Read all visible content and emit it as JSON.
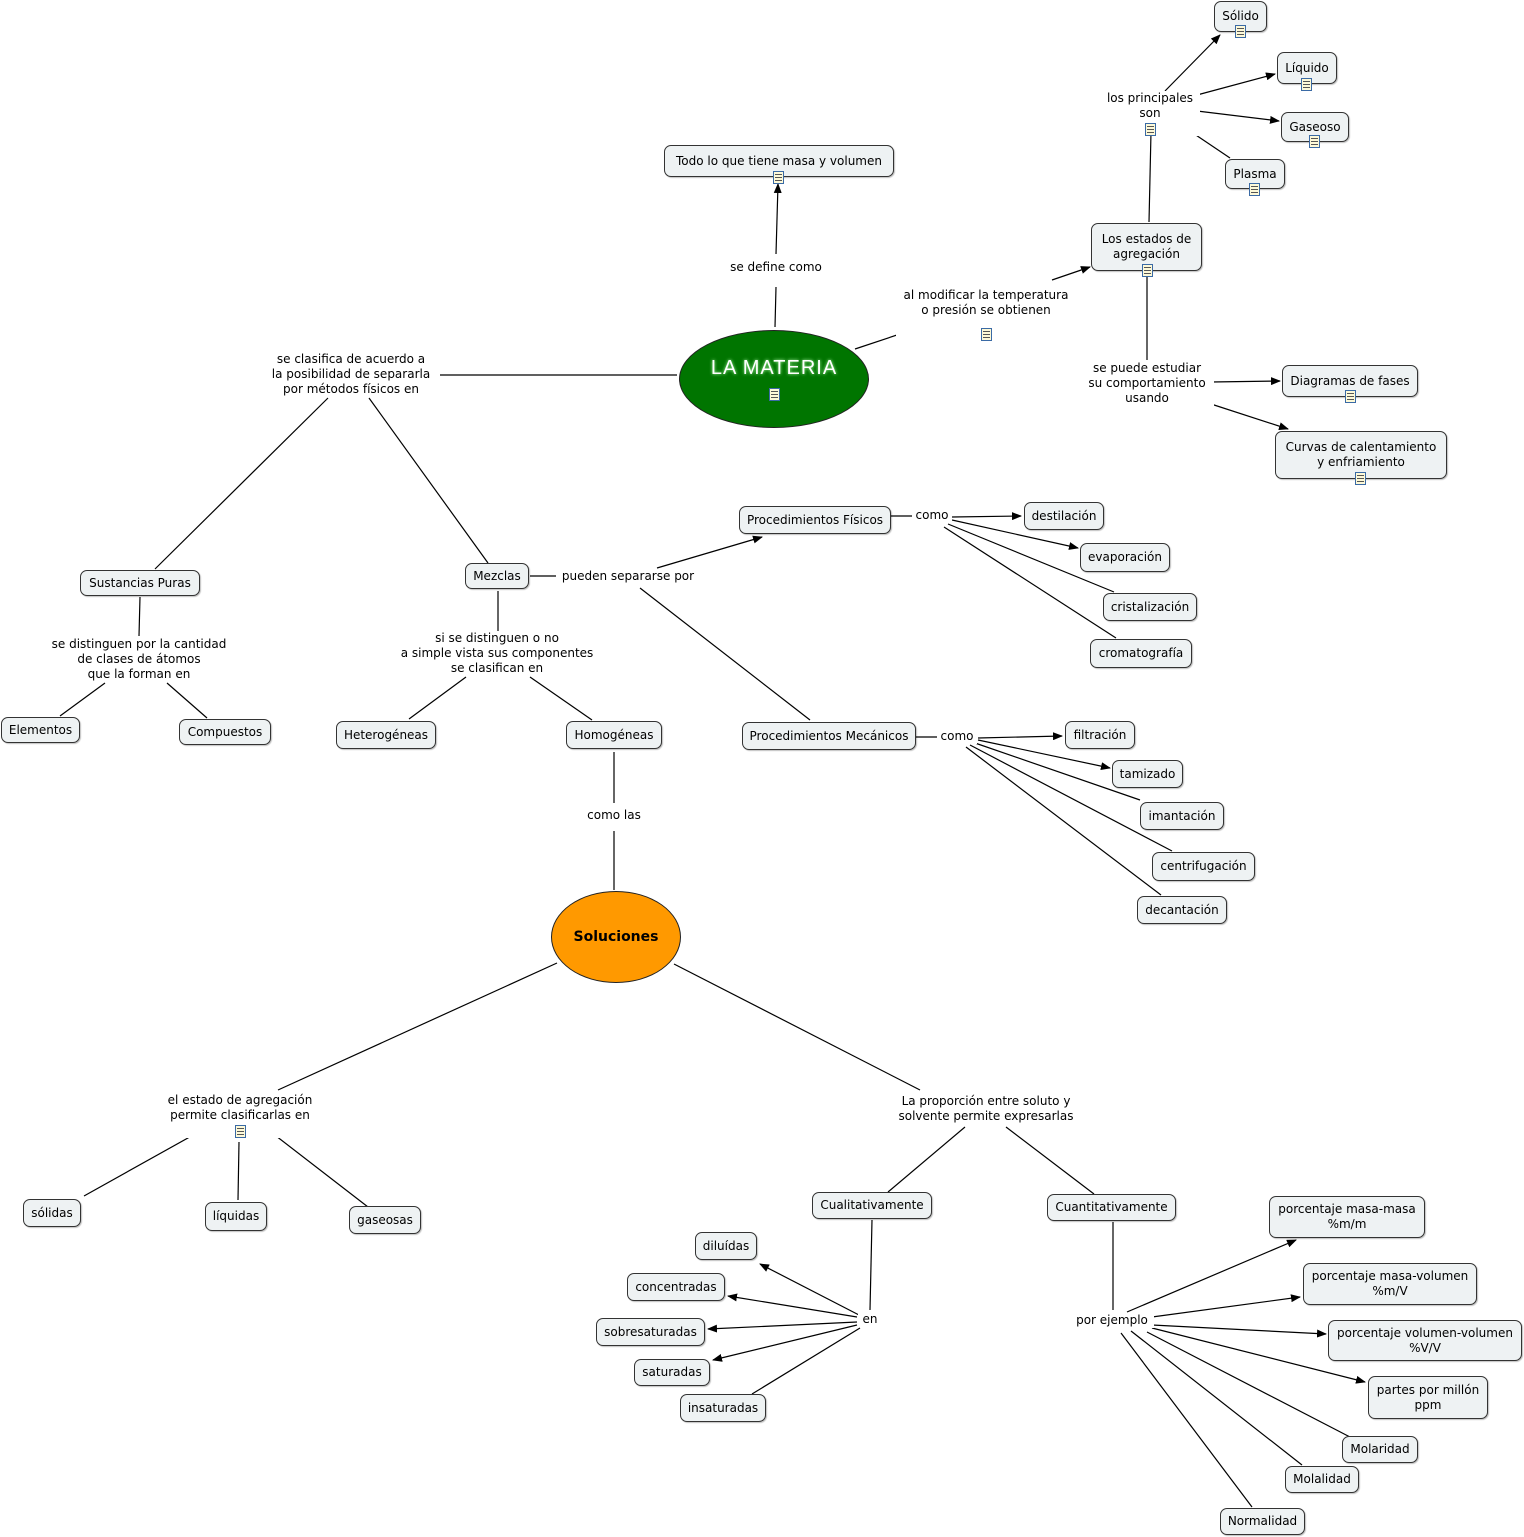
{
  "root": {
    "label": "LA MATERIA",
    "color": "#007500"
  },
  "soluciones": {
    "label": "Soluciones",
    "color": "#ff9900"
  },
  "concepts": {
    "todo": "Todo lo que tiene masa y  volumen",
    "estados": "Los estados de\nagregación",
    "solido": "Sólido",
    "liquido": "Líquido",
    "gaseoso": "Gaseoso",
    "plasma": "Plasma",
    "diagramas": "Diagramas de fases",
    "curvas": "Curvas de calentamiento\ny enfriamiento",
    "sustancias": "Sustancias Puras",
    "mezclas": "Mezclas",
    "elementos": "Elementos",
    "compuestos": "Compuestos",
    "heterogeneas": "Heterogéneas",
    "homogeneas": "Homogéneas",
    "proc_fisicos": "Procedimientos Físicos",
    "proc_mecanicos": "Procedimientos Mecánicos",
    "destilacion": "destilación",
    "evaporacion": "evaporación",
    "cristalizacion": "cristalización",
    "cromatografia": "cromatografía",
    "filtracion": "filtración",
    "tamizado": "tamizado",
    "imantacion": "imantación",
    "centrifugacion": "centrifugación",
    "decantacion": "decantación",
    "solidas": "sólidas",
    "liquidas": "líquidas",
    "gaseosas": "gaseosas",
    "cualitativamente": "Cualitativamente",
    "cuantitativamente": "Cuantitativamente",
    "diluidas": "diluídas",
    "concentradas": "concentradas",
    "sobresaturadas": "sobresaturadas",
    "saturadas": "saturadas",
    "insaturadas": "insaturadas",
    "masa_masa": "porcentaje masa-masa\n%m/m",
    "masa_volumen": "porcentaje masa-volumen\n%m/V",
    "volumen_volumen": "porcentaje volumen-volumen\n%V/V",
    "ppm": "partes por millón\nppm",
    "molaridad": "Molaridad",
    "molalidad": "Molalidad",
    "normalidad": "Normalidad"
  },
  "links": {
    "se_define": "se define como",
    "al_modificar": "al modificar la temperatura\no presión se obtienen",
    "principales": "los principales\nson",
    "estudiar": "se puede estudiar\nsu comportamiento\nusando",
    "clasifica": "se clasifica de acuerdo a\nla posibilidad de separarla\npor métodos físicos en",
    "distinguen_cantidad": "se distinguen por la cantidad\nde clases de átomos\nque la forman en",
    "distinguen_vista": "si se distinguen o no\na simple vista sus componentes\nse clasifican en",
    "pueden_separarse": "pueden separarse por",
    "como_fisicos": "como",
    "como_mecanicos": "como",
    "como_las": "como las",
    "estado_agregacion": "el estado de agregación\npermite clasificarlas en",
    "proporcion": "La proporción entre soluto y\nsolvente permite expresarlas",
    "en": "en",
    "por_ejemplo": "por ejemplo"
  }
}
